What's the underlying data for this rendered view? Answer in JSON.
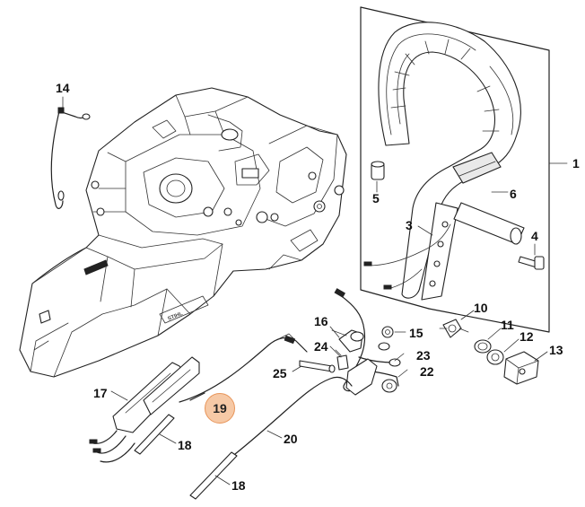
{
  "callouts": {
    "c1": "1",
    "c3": "3",
    "c4": "4",
    "c5": "5",
    "c6": "6",
    "c10": "10",
    "c11": "11",
    "c12": "12",
    "c13": "13",
    "c14": "14",
    "c15": "15",
    "c16": "16",
    "c17": "17",
    "c18a": "18",
    "c18b": "18",
    "c19": "19",
    "c20": "20",
    "c22": "22",
    "c23": "23",
    "c24": "24",
    "c25": "25"
  },
  "highlight": {
    "callout": "19",
    "fill": "#f6c9a6",
    "stroke": "#e8955a"
  },
  "brand_mark": "STIHL"
}
